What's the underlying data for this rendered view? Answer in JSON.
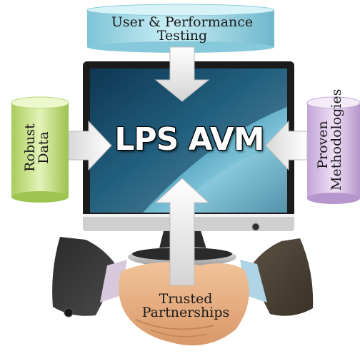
{
  "diagram": {
    "center": {
      "title": "LPS AVM"
    },
    "top": {
      "line1": "User & Performance",
      "line2": "Testing"
    },
    "left": {
      "line1": "Robust",
      "line2": "Data"
    },
    "right": {
      "line1": "Proven",
      "line2": "Methodologies"
    },
    "bottom": {
      "line1": "Trusted",
      "line2": "Partnerships"
    }
  },
  "colors": {
    "top_cylinder": "#a9dde8",
    "left_cylinder": "#c9e38c",
    "right_cylinder": "#d9c2e6",
    "screen": "#2a7fa3",
    "monitor_frame": "#1e1e1e",
    "arrow": "#e8e8e8"
  }
}
